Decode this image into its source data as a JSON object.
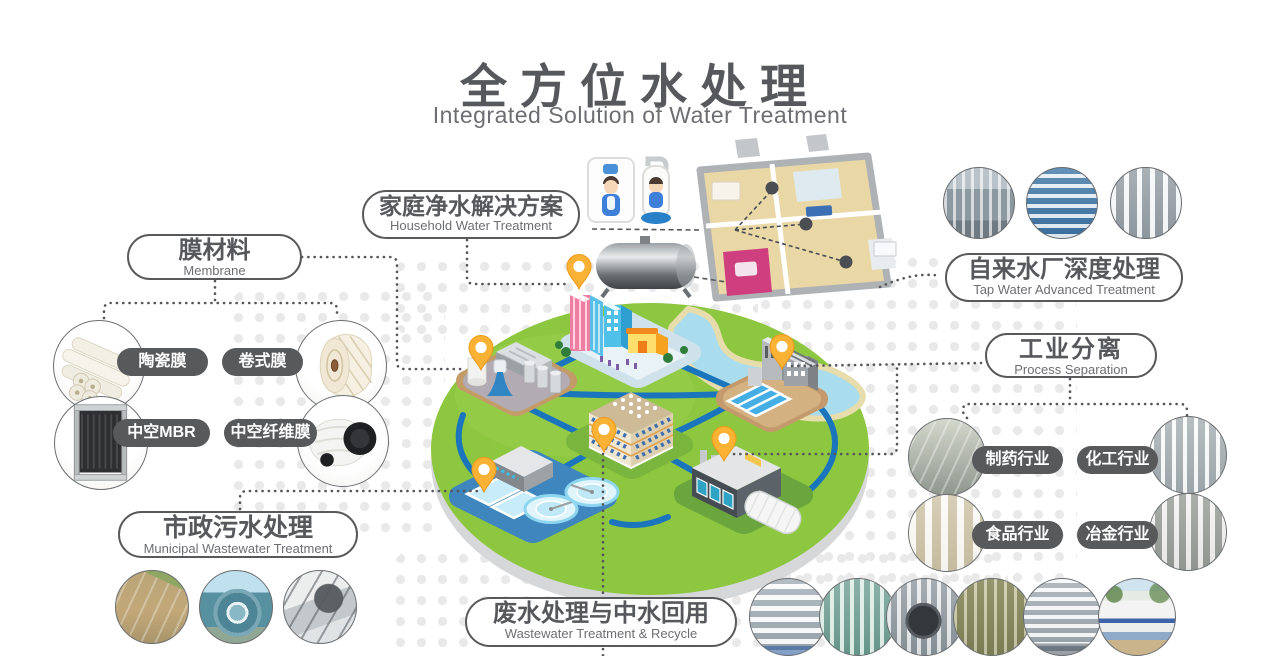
{
  "title": {
    "zh": "全方位水处理",
    "en": "Integrated Solution of Water Treatment"
  },
  "callouts": {
    "membrane": {
      "zh": "膜材料",
      "en": "Membrane"
    },
    "household": {
      "zh": "家庭净水解决方案",
      "en": "Household Water Treatment"
    },
    "tap_water": {
      "zh": "自来水厂深度处理",
      "en": "Tap Water Advanced Treatment"
    },
    "process": {
      "zh": "工业分离",
      "en": "Process Separation"
    },
    "municipal": {
      "zh": "市政污水处理",
      "en": "Municipal Wastewater Treatment"
    },
    "wastewater": {
      "zh": "废水处理与中水回用",
      "en": "Wastewater Treatment & Recycle"
    }
  },
  "pills": {
    "membrane": [
      "陶瓷膜",
      "卷式膜",
      "中空MBR",
      "中空纤维膜"
    ],
    "industries": [
      "制药行业",
      "化工行业",
      "食品行业",
      "冶金行业"
    ]
  },
  "colors": {
    "accent_gray": "#58595B",
    "text_gray": "#6D6E71",
    "island_green": "#8CC63F",
    "pipe_blue": "#1B75BC",
    "pin_yellow": "#F9B233",
    "lake_blue": "#A9DCEC",
    "pool_blue": "#45AEE4",
    "dot_gray": "#E9E9E9"
  }
}
